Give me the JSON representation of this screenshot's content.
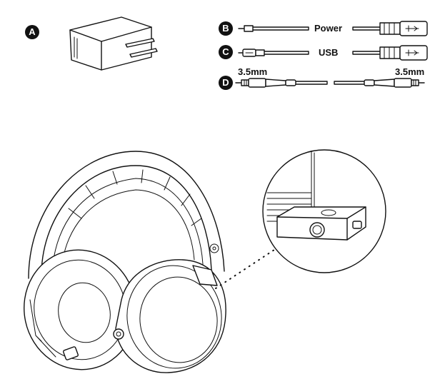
{
  "items": {
    "a": {
      "letter": "A"
    },
    "b": {
      "letter": "B",
      "label": "Power"
    },
    "c": {
      "letter": "C",
      "label": "USB"
    },
    "d": {
      "letter": "D",
      "label_left": "3.5mm",
      "label_right": "3.5mm"
    }
  },
  "icons": [
    "power-adapter-icon",
    "power-cable-icon",
    "usb-cable-icon",
    "audio-cable-icon",
    "headset-icon",
    "base-station-icon"
  ],
  "colors": {
    "ink": "#111111",
    "background": "#ffffff"
  }
}
